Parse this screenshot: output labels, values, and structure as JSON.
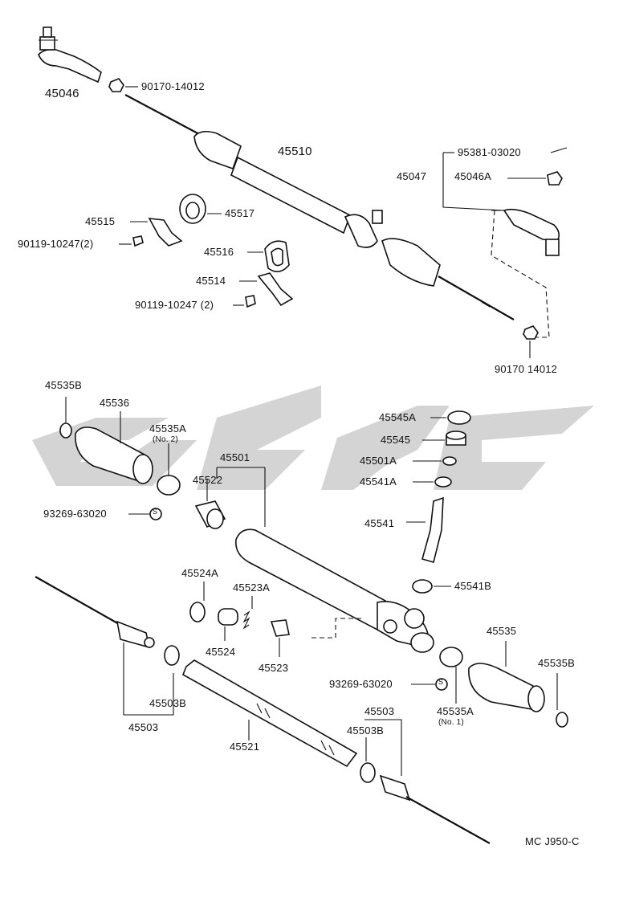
{
  "labels": {
    "p45046": "45046",
    "p90170_top": "90170-14012",
    "p45510": "45510",
    "p95381": "95381-03020",
    "p45047": "45047",
    "p45046A": "45046A",
    "p45515": "45515",
    "p45517": "45517",
    "p90119_a": "90119-10247(2)",
    "p45516": "45516",
    "p45514": "45514",
    "p90119_b": "90119-10247 (2)",
    "p90170_bot": "90170 14012",
    "p45535B_l": "45535B",
    "p45536": "45536",
    "p45535A_l": "45535A",
    "no2": "(No. 2)",
    "p45501": "45501",
    "p45522": "45522",
    "p93269_l": "93269-63020",
    "p45545A": "45545A",
    "p45545": "45545",
    "p45501A": "45501A",
    "p45541A": "45541A",
    "p45541": "45541",
    "p45541B": "45541B",
    "p45524A": "45524A",
    "p45523A": "45523A",
    "p45524": "45524",
    "p45523": "45523",
    "p45535": "45535",
    "p45535B_r": "45535B",
    "p93269_r": "93269-63020",
    "p45535A_r": "45535A",
    "no1": "(No. 1)",
    "p45503B_l": "45503B",
    "p45503_l": "45503",
    "p45521": "45521",
    "p45503_r": "45503",
    "p45503B_r": "45503B",
    "ref": "MC  J950-C",
    "s_mark": "S"
  },
  "colors": {
    "ink": "#111111",
    "watermark": "#d4d4d4"
  }
}
